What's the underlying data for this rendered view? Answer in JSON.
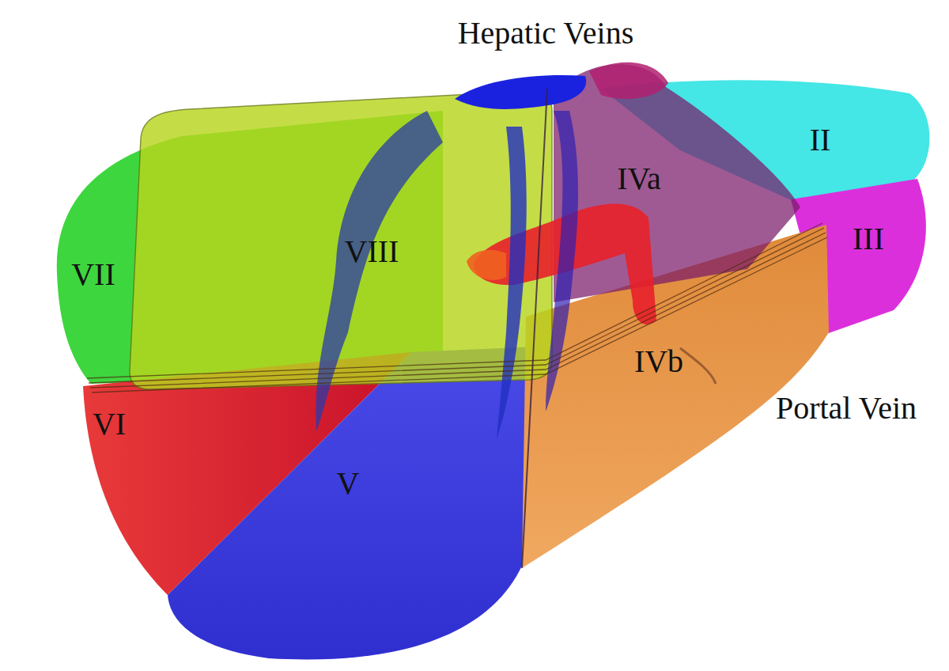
{
  "diagram": {
    "labels": [
      "Hepatic Veins",
      "II",
      "IVa",
      "III",
      "VIII",
      "VII",
      "IVb",
      "Portal Vein",
      "VI",
      "V"
    ]
  }
}
